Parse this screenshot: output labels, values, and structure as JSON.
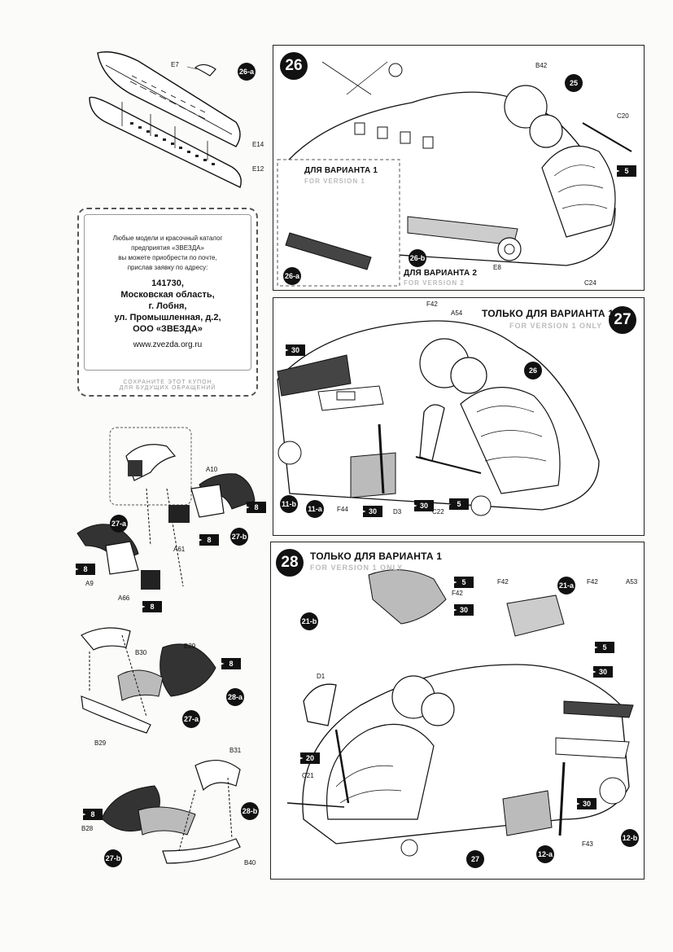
{
  "coupon": {
    "lines_small": [
      "Любые модели и красочный каталог",
      "предприятия «ЗВЕЗДА»",
      "вы можете приобрести по почте,",
      "прислав заявку по адресу:"
    ],
    "address": [
      "141730,",
      "Московская область,",
      "г. Лобня,",
      "ул. Промышленная, д.2,",
      "ООО «ЗВЕЗДА»"
    ],
    "website": "www.zvezda.org.ru",
    "keep_line1": "СОХРАНИТЕ ЭТОТ КУПОН",
    "keep_line2": "ДЛЯ БУДУЩИХ ОБРАЩЕНИЙ"
  },
  "steps": {
    "s26": {
      "number": "26",
      "inset_title_ru": "ДЛЯ ВАРИАНТА 1",
      "inset_title_en": "FOR VERSION 1",
      "variant2_title_ru": "ДЛЯ ВАРИАНТА 2",
      "variant2_title_en": "FOR VERSION 2",
      "parts": {
        "b42": "B42",
        "c20": "C20",
        "e8": "E8",
        "c24": "C24"
      },
      "refs": {
        "r25": "25",
        "r26a": "26-a",
        "r26b": "26-b"
      },
      "tags": {
        "t5": "5"
      }
    },
    "s27": {
      "number": "27",
      "title_ru": "ТОЛЬКО ДЛЯ ВАРИАНТА 1",
      "title_en": "FOR VERSION 1 ONLY",
      "parts": {
        "f42": "F42",
        "a54": "A54",
        "f44": "F44",
        "d3": "D3",
        "c22": "C22"
      },
      "refs": {
        "r26": "26",
        "r11b": "11-b",
        "r11a": "11-a"
      },
      "tags": {
        "t30a": "30",
        "t30b": "30",
        "t30c": "30",
        "t5": "5"
      }
    },
    "s28": {
      "number": "28",
      "title_ru": "ТОЛЬКО ДЛЯ ВАРИАНТА 1",
      "title_en": "FOR VERSION 1 ONLY",
      "parts": {
        "f42a": "F42",
        "f42b": "F42",
        "f42c": "F42",
        "a53": "A53",
        "d1": "D1",
        "c21": "C21",
        "f43": "F43"
      },
      "refs": {
        "r21b": "21-b",
        "r21a": "21-a",
        "r27": "27",
        "r12a": "12-a",
        "r12b": "12-b"
      },
      "tags": {
        "t5a": "5",
        "t30a": "30",
        "t5b": "5",
        "t30b": "30",
        "t20": "20",
        "t30c": "30"
      }
    }
  },
  "sub_steps": {
    "s26a": {
      "ref": "26-a",
      "parts": {
        "e7": "E7",
        "e14": "E14",
        "e12": "E12"
      }
    },
    "s27a": {
      "ref": "27-a",
      "tag": "8",
      "parts": {
        "a9": "A9",
        "a66": "A66"
      },
      "tag2": "8"
    },
    "s27b": {
      "ref": "27-b",
      "parts": {
        "a10": "A10",
        "a61": "A61"
      },
      "tags": [
        "8",
        "8"
      ]
    },
    "s28a": {
      "ref": "28-a",
      "ref2": "27-a",
      "tag": "8",
      "parts": {
        "b30": "B30",
        "b29a": "B29",
        "b29b": "B29"
      }
    },
    "s28b": {
      "ref": "28-b",
      "ref2": "27-b",
      "tag": "8",
      "parts": {
        "b31": "B31",
        "b28": "B28",
        "b40": "B40"
      }
    }
  }
}
